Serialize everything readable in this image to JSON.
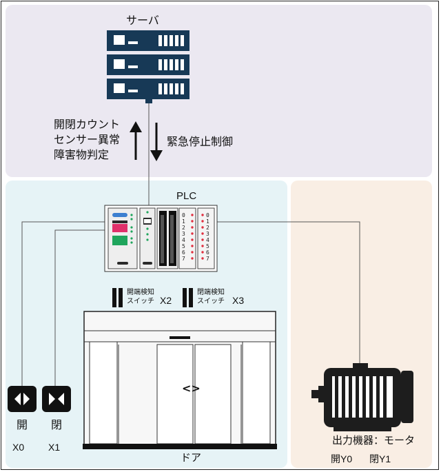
{
  "server": {
    "label": "サーバ"
  },
  "up_arrow": {
    "lines": [
      "開閉カウント",
      "センサー異常",
      "障害物判定"
    ]
  },
  "down_arrow": {
    "label": "緊急停止制御"
  },
  "plc": {
    "label": "PLC",
    "input_numbers": [
      "0",
      "1",
      "2",
      "3",
      "4",
      "5",
      "6",
      "7"
    ],
    "output_numbers": [
      "0",
      "1",
      "2",
      "3",
      "4",
      "5",
      "6",
      "7"
    ]
  },
  "limit_switches": [
    {
      "title": "開端検知",
      "subtitle": "スイッチ",
      "address": "X2"
    },
    {
      "title": "閉端検知",
      "subtitle": "スイッチ",
      "address": "X3"
    }
  ],
  "door": {
    "label": "ドア",
    "arrow_glyph": "<>"
  },
  "buttons": [
    {
      "label": "開",
      "address": "X0",
      "icon": "open-button-icon"
    },
    {
      "label": "閉",
      "address": "X1",
      "icon": "close-button-icon"
    }
  ],
  "motor": {
    "label": "出力機器：モータ",
    "outputs": [
      {
        "label": "開",
        "address": "Y0"
      },
      {
        "label": "閉",
        "address": "Y1"
      }
    ]
  },
  "colors": {
    "server_panel": "#ebe8f1",
    "control_panel": "#e6f3f6",
    "output_panel": "#f9eee4",
    "server_unit": "#173956",
    "plc_blue": "#3d7fd0",
    "plc_red": "#e0306a",
    "plc_green": "#1fa55c",
    "plc_led": "#e03040"
  }
}
